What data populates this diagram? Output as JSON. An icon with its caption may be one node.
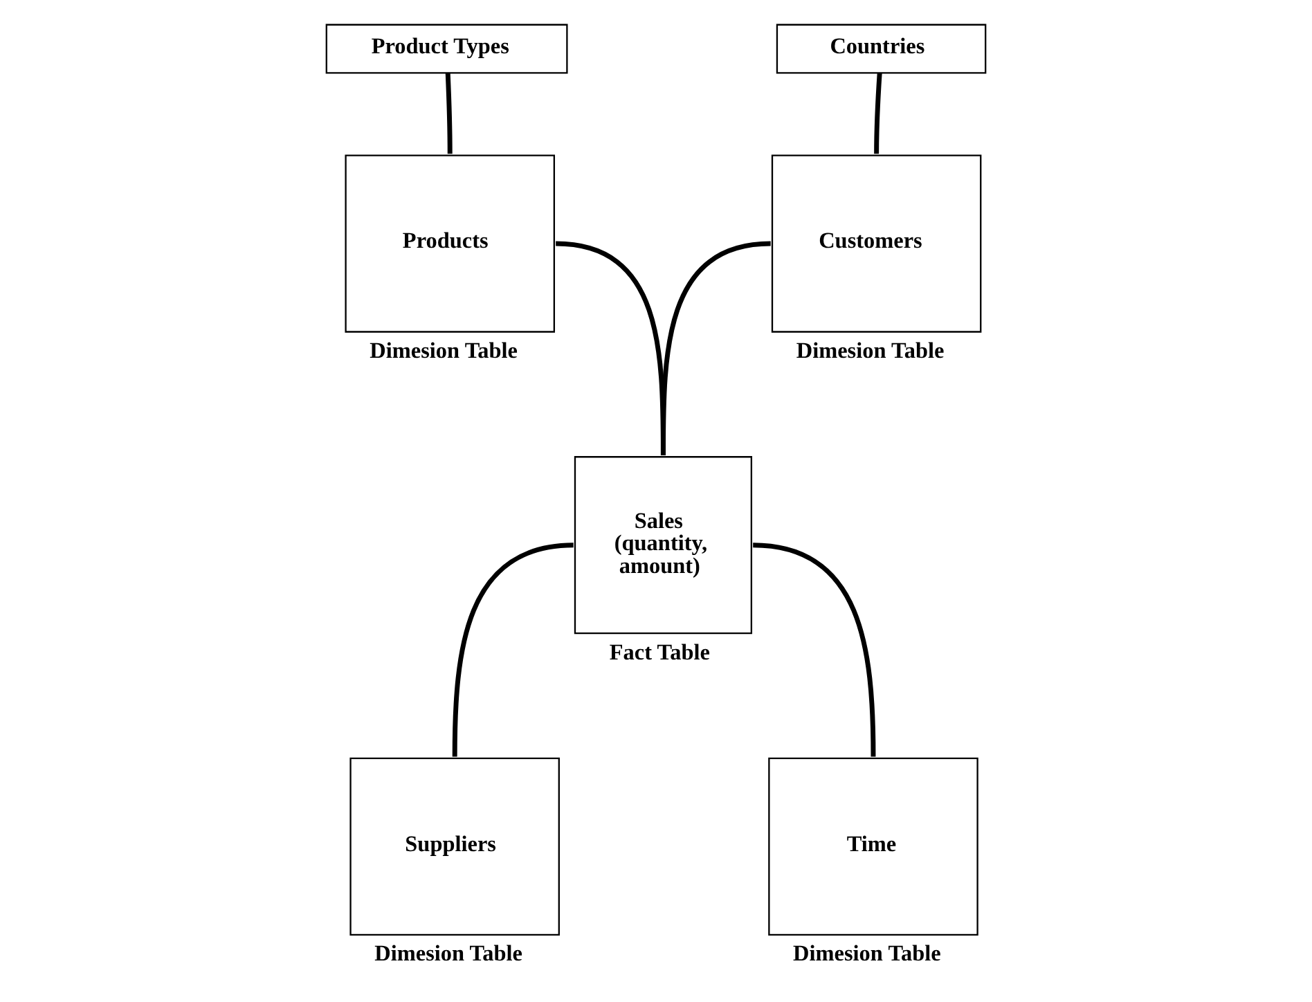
{
  "diagram": {
    "nodes": [
      {
        "text": [
          "Product Types"
        ]
      },
      {
        "text": [
          "Products"
        ],
        "beside": [
          "Dimesion Table"
        ]
      },
      {
        "text": [
          "Countries"
        ]
      },
      {
        "text": [
          "Customers"
        ],
        "beside": [
          "Dimesion Table"
        ]
      },
      {
        "text": [
          "Sales (quantity, amount)"
        ],
        "beside": [
          "Fact Table"
        ]
      },
      {
        "text": [
          "Suppliers"
        ],
        "beside": [
          "Dimesion Table"
        ]
      },
      {
        "text": [
          "Time"
        ],
        "beside": [
          "Dimesion Table"
        ]
      }
    ],
    "edges": [
      {
        "from": 0,
        "to": 1,
        "arrow": "none"
      },
      {
        "from": 2,
        "to": 3,
        "arrow": "none"
      },
      {
        "from": 1,
        "to": 4,
        "arrow": "none"
      },
      {
        "from": 3,
        "to": 4,
        "arrow": "none"
      },
      {
        "from": 4,
        "to": 5,
        "arrow": "none"
      },
      {
        "from": 4,
        "to": 6,
        "arrow": "none"
      }
    ]
  }
}
